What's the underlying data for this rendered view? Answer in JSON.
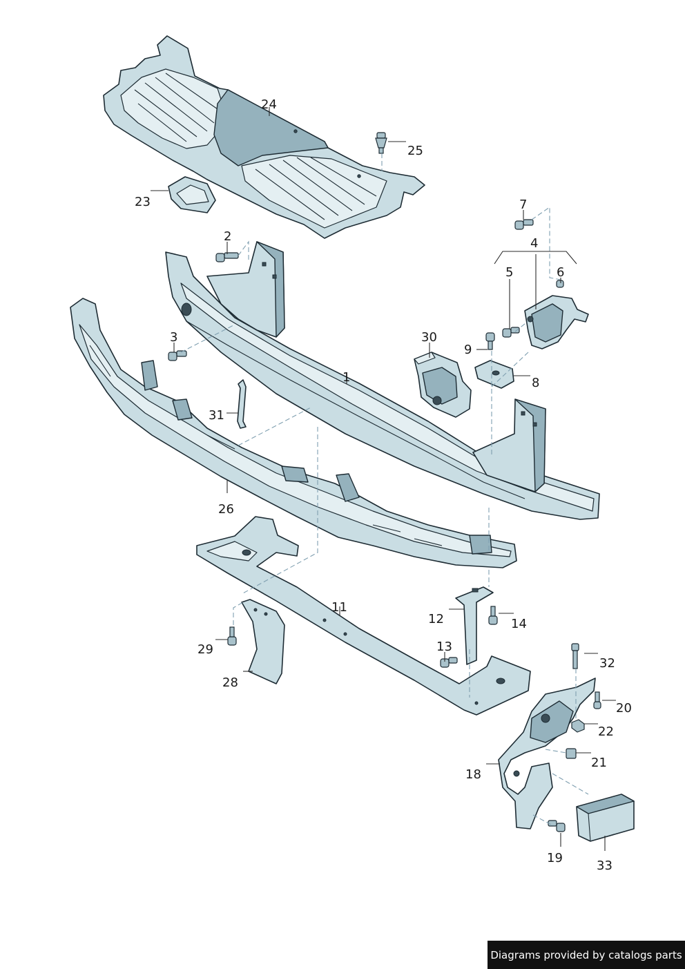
{
  "callouts": {
    "p1": "1",
    "p2": "2",
    "p3": "3",
    "p4": "4",
    "p5": "5",
    "p6": "6",
    "p7": "7",
    "p8": "8",
    "p9": "9",
    "p11": "11",
    "p12": "12",
    "p13": "13",
    "p14": "14",
    "p18": "18",
    "p19": "19",
    "p20": "20",
    "p21": "21",
    "p22": "22",
    "p23": "23",
    "p24": "24",
    "p25": "25",
    "p26": "26",
    "p28": "28",
    "p29": "29",
    "p30": "30",
    "p31": "31",
    "p32": "32",
    "p33": "33"
  },
  "credit": "Diagrams provided by catalogs parts",
  "colors": {
    "part_fill": "#c9dde3",
    "outline": "#1d2b33",
    "guide": "#7f9fb0",
    "credit_bg": "#111111"
  }
}
